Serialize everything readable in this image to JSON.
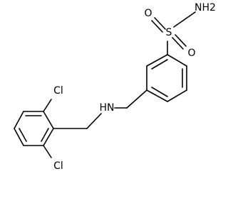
{
  "molecule": {
    "atoms": {
      "amine_group": "NH2",
      "sulfur": "S",
      "oxygen_upper": "O",
      "oxygen_lower": "O",
      "amine_nh": "HN",
      "chlorine_upper": "Cl",
      "chlorine_lower": "Cl"
    }
  },
  "colors": {
    "bond": "#000000",
    "label": "#000000",
    "background": "#ffffff"
  }
}
